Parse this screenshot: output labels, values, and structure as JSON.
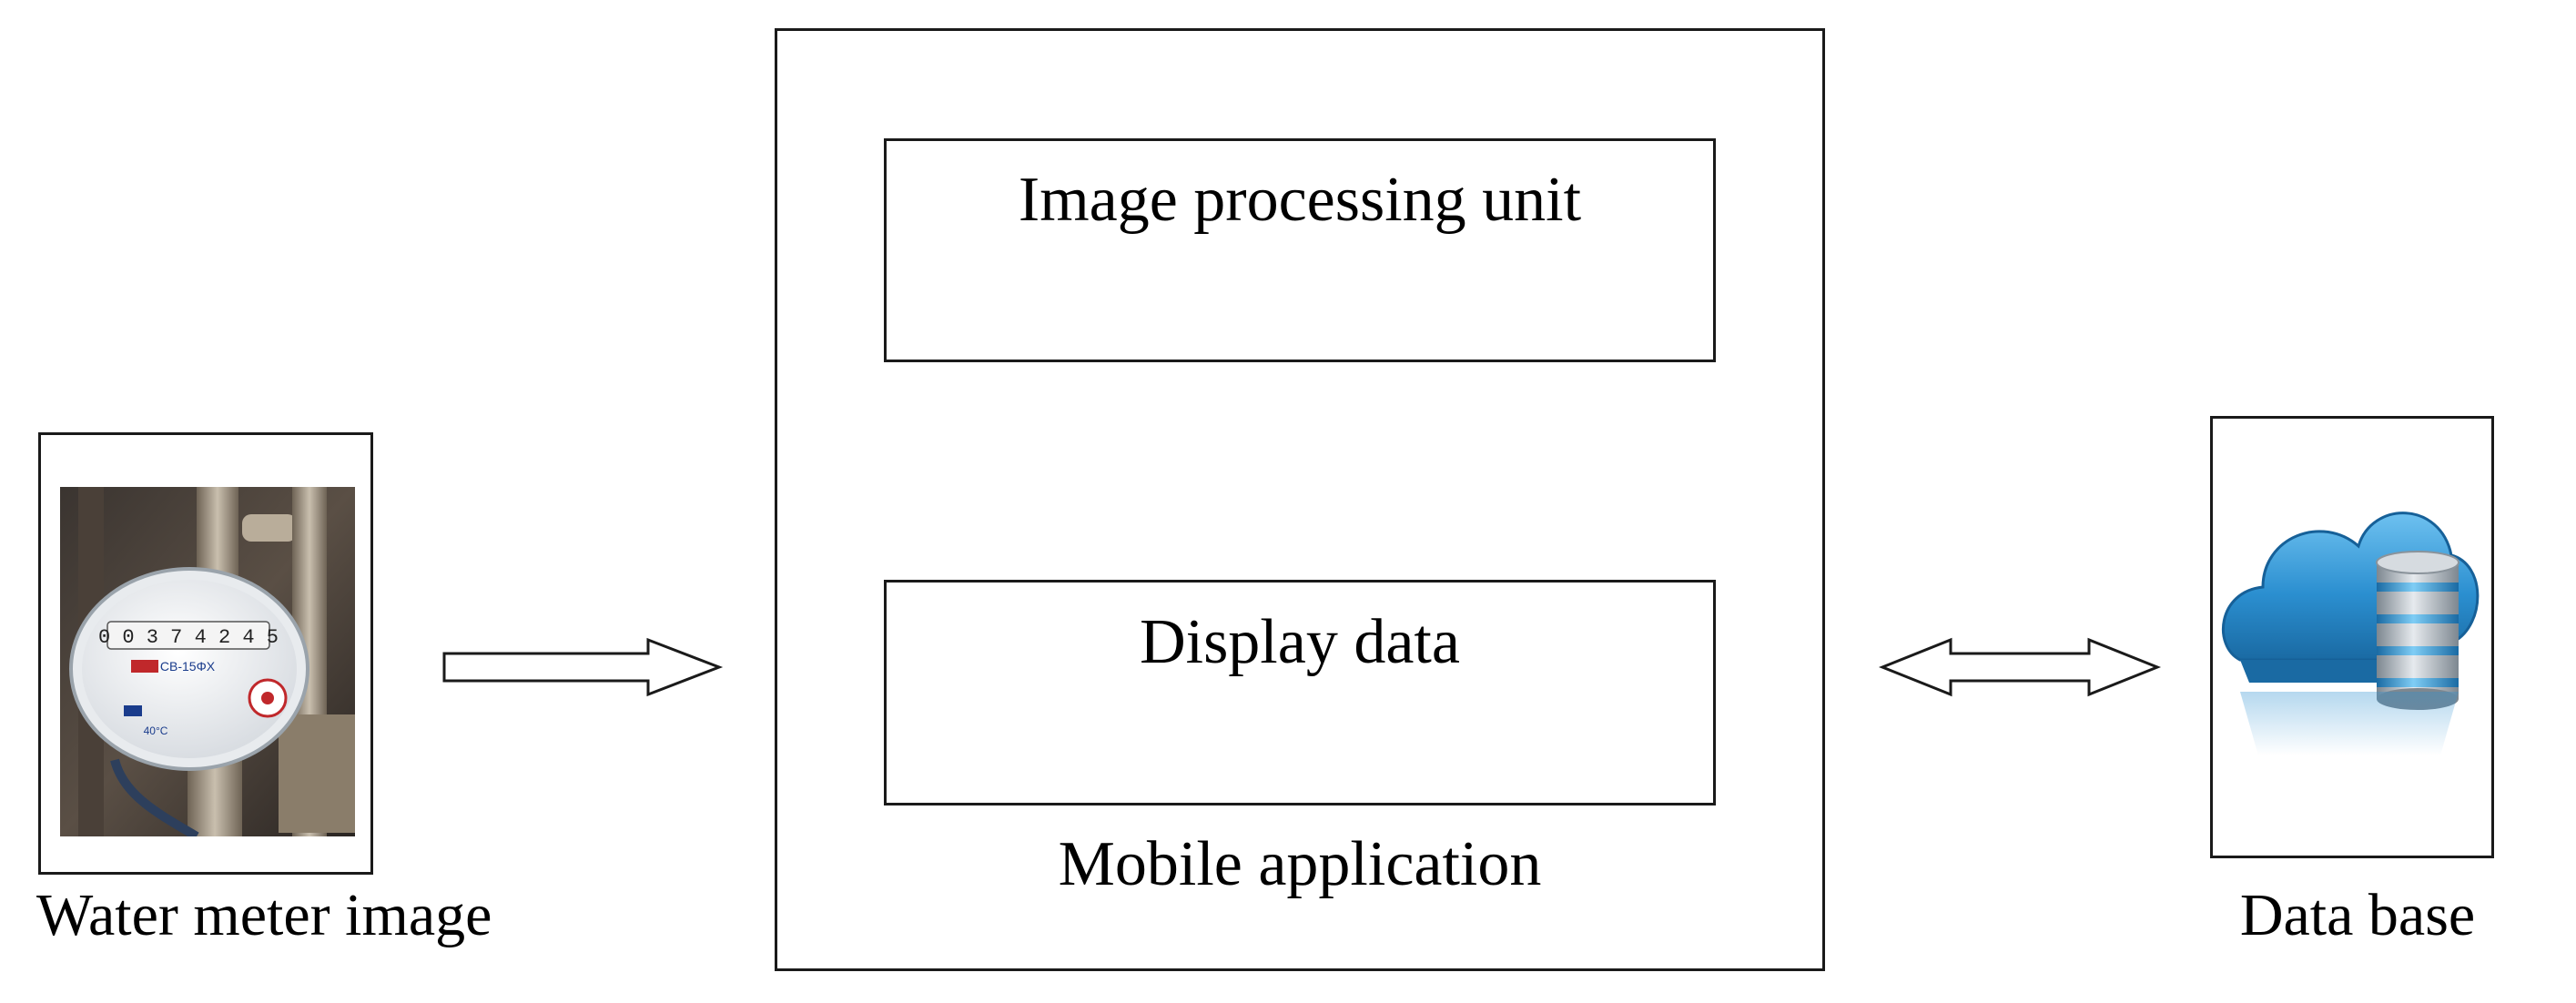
{
  "diagram": {
    "input": {
      "label": "Water meter image",
      "meter_readout": "0 0 3 7 4 2 4 5",
      "meter_model": "CB-15ΦX",
      "meter_temp": "40°C"
    },
    "app": {
      "label": "Mobile application",
      "blocks": [
        {
          "label": "Image processing unit"
        },
        {
          "label": "Display data"
        }
      ]
    },
    "output": {
      "label": "Data base"
    },
    "edges": [
      {
        "from": "input",
        "to": "app",
        "direction": "one-way"
      },
      {
        "from": "app",
        "to": "output",
        "direction": "two-way"
      }
    ],
    "colors": {
      "line": "#1a1a1a",
      "cloud": "#2b8fd0",
      "cylinder": "#9aa3ab",
      "cylinder_band": "#3a9ad8"
    }
  }
}
